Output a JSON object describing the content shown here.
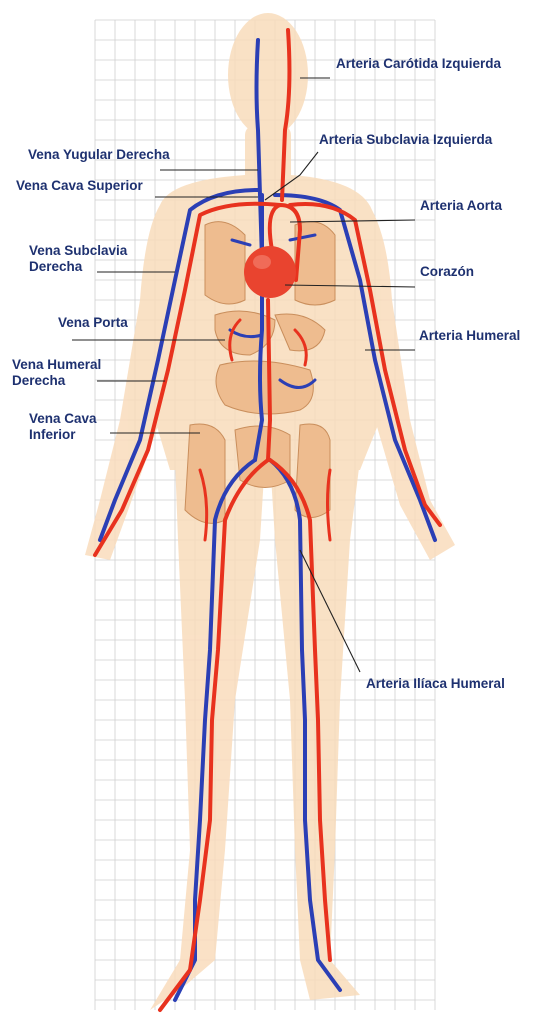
{
  "colors": {
    "artery": "#e8321e",
    "vein": "#2b3fb5",
    "skin": "#f9dcbc",
    "organ": "#eebc8f",
    "grid": "#cfcfcf",
    "heart": "#e9442f",
    "label": "#1e3170",
    "leader": "#222222"
  },
  "labels": {
    "carotida": "Arteria Carótida Izquierda",
    "subclavia_izq": "Arteria Subclavia Izquierda",
    "aorta": "Arteria Aorta",
    "corazon": "Corazón",
    "humeral_art": "Arteria Humeral",
    "iliaca": "Arteria Ilíaca Humeral",
    "yugular": "Vena Yugular Derecha",
    "cava_sup": "Vena Cava Superior",
    "subclavia_der_1": "Vena Subclavia",
    "subclavia_der_2": "Derecha",
    "porta": "Vena Porta",
    "humeral_vena_1": "Vena Humeral",
    "humeral_vena_2": "Derecha",
    "cava_inf_1": "Vena Cava",
    "cava_inf_2": "Inferior"
  },
  "icons": [
    "heart-icon",
    "circulatory-system-illustration"
  ]
}
